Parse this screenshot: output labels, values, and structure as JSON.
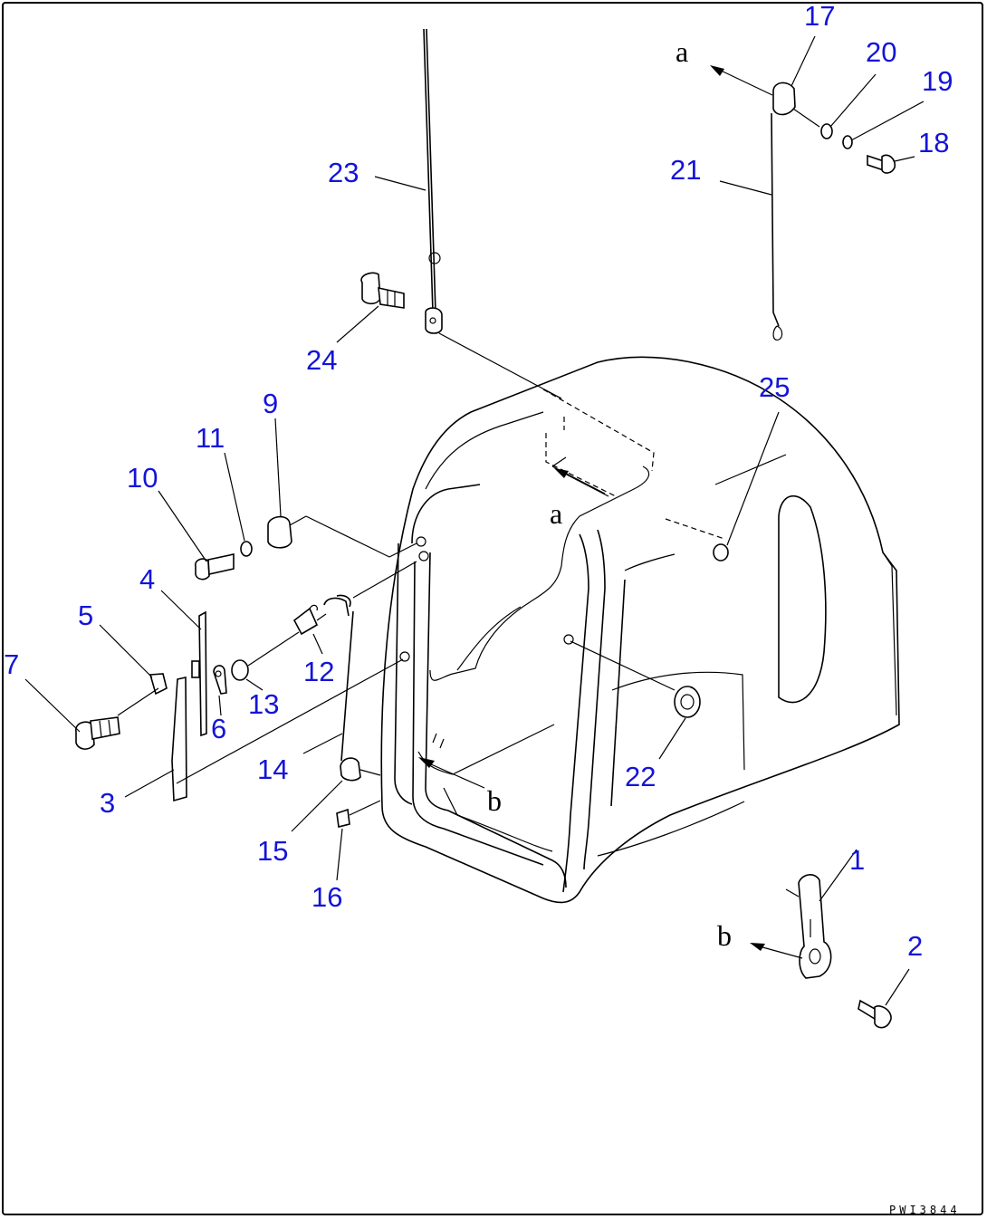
{
  "drawing_code": "PWI3844",
  "callouts": [
    "1",
    "2",
    "3",
    "4",
    "5",
    "6",
    "7",
    "9",
    "10",
    "11",
    "12",
    "13",
    "14",
    "15",
    "16",
    "17",
    "18",
    "19",
    "20",
    "21",
    "22",
    "23",
    "24",
    "25"
  ],
  "reference_letters": [
    "a",
    "a",
    "b",
    "b"
  ]
}
